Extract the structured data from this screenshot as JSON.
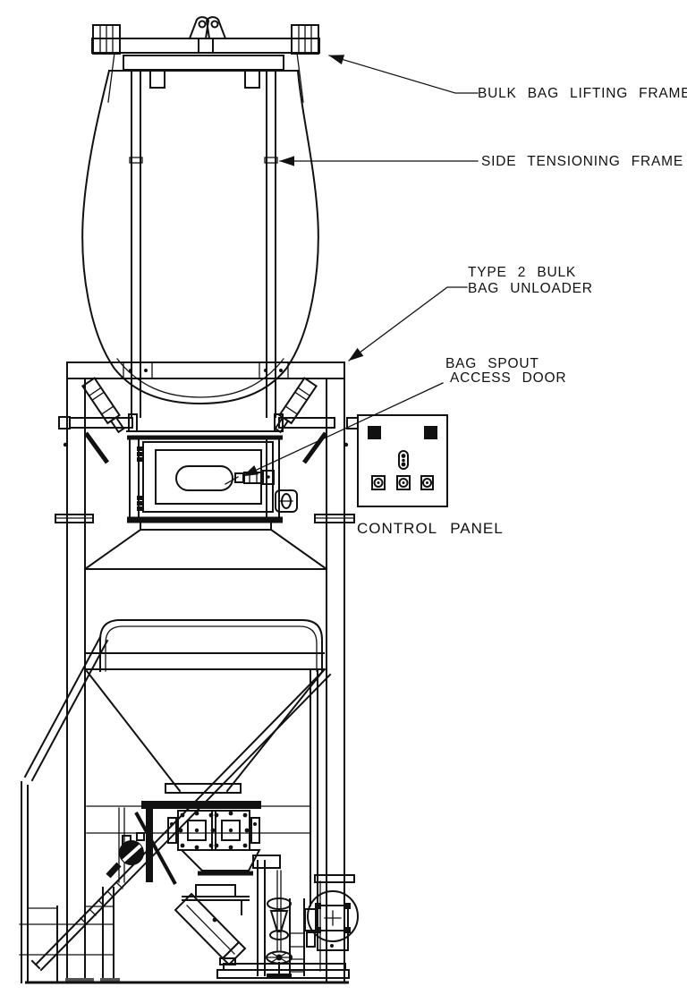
{
  "document": {
    "type": "engineering-drawing",
    "subject": "Type 2 Bulk Bag Unloader - side elevation"
  },
  "colors": {
    "line": "#111111",
    "background": "#ffffff"
  },
  "annotations": {
    "lifting_frame": "BULK BAG LIFTING FRAME",
    "side_tensioning": "SIDE TENSIONING FRAME",
    "unloader_line1": "TYPE 2 BULK",
    "unloader_line2": "BAG UNLOADER",
    "door_line1": "BAG SPOUT",
    "door_line2": "ACCESS DOOR",
    "control_panel": "CONTROL PANEL"
  }
}
